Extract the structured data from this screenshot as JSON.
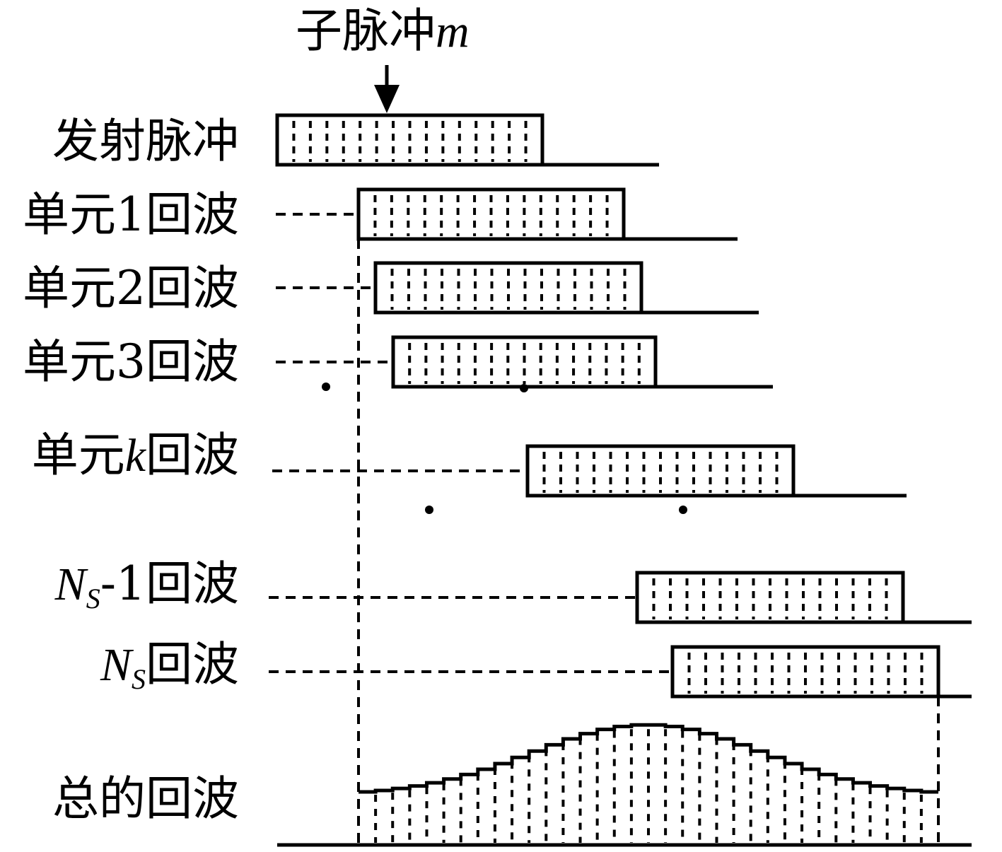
{
  "title": {
    "prefix": "子脉冲",
    "var": "m"
  },
  "rows": [
    {
      "id": "transmit",
      "label": "发射脉冲"
    },
    {
      "id": "unit1",
      "label_pre": "单元",
      "label_var": "1",
      "label_post": "回波"
    },
    {
      "id": "unit2",
      "label_pre": "单元",
      "label_var": "2",
      "label_post": "回波"
    },
    {
      "id": "unit3",
      "label_pre": "单元",
      "label_var": "3",
      "label_post": "回波"
    },
    {
      "id": "unitk",
      "label_pre": "单元",
      "label_var": "k",
      "label_post": "回波"
    },
    {
      "id": "ns-1",
      "label_var": "N",
      "label_sub": "S",
      "label_mid": "-1",
      "label_post": "回波"
    },
    {
      "id": "ns",
      "label_var": "N",
      "label_sub": "S",
      "label_post": "回波"
    },
    {
      "id": "total",
      "label": "总的回波"
    }
  ],
  "colors": {
    "ink": "#000000",
    "background": "#ffffff"
  }
}
